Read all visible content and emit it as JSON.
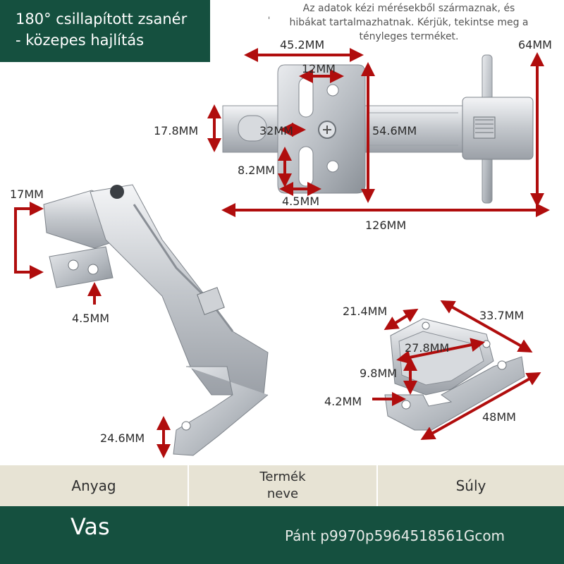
{
  "header": {
    "title_line1": "180° csillapított zsanér",
    "title_line2": "- közepes hajlítás",
    "note_mark": "ˌ",
    "note_line1": "Az adatok kézi mérésekből származnak, és",
    "note_line2": "hibákat tartalmazhatnak. Kérjük, tekintse meg a",
    "note_line3": "tényleges terméket."
  },
  "dimensions": {
    "top_width": "45.2MM",
    "slot_width": "12MM",
    "arm_height": "64MM",
    "left_height": "17.8MM",
    "center_gap": "32MM",
    "plate_height": "54.6MM",
    "slot_height": "8.2MM",
    "hole_spacing": "4.5MM",
    "total_length": "126MM",
    "side_height": "17MM",
    "side_offset": "4.5MM",
    "bottom_height": "24.6MM",
    "plate_width": "21.4MM",
    "plate_diagonal": "33.7MM",
    "plate_inner": "27.8MM",
    "plate_depth": "9.8MM",
    "plate_hole": "4.2MM",
    "plate_length": "48MM"
  },
  "table": {
    "col1_header": "Anyag",
    "col2_header_line1": "Termék",
    "col2_header_line2": "neve",
    "col3_header": "Súly",
    "material_value": "Vas",
    "product_value": "Pánt p9970p5964518561Gcom"
  },
  "colors": {
    "brand_green": "#15503f",
    "header_beige": "#e7e3d4",
    "dimension_red": "#b00d0d"
  }
}
